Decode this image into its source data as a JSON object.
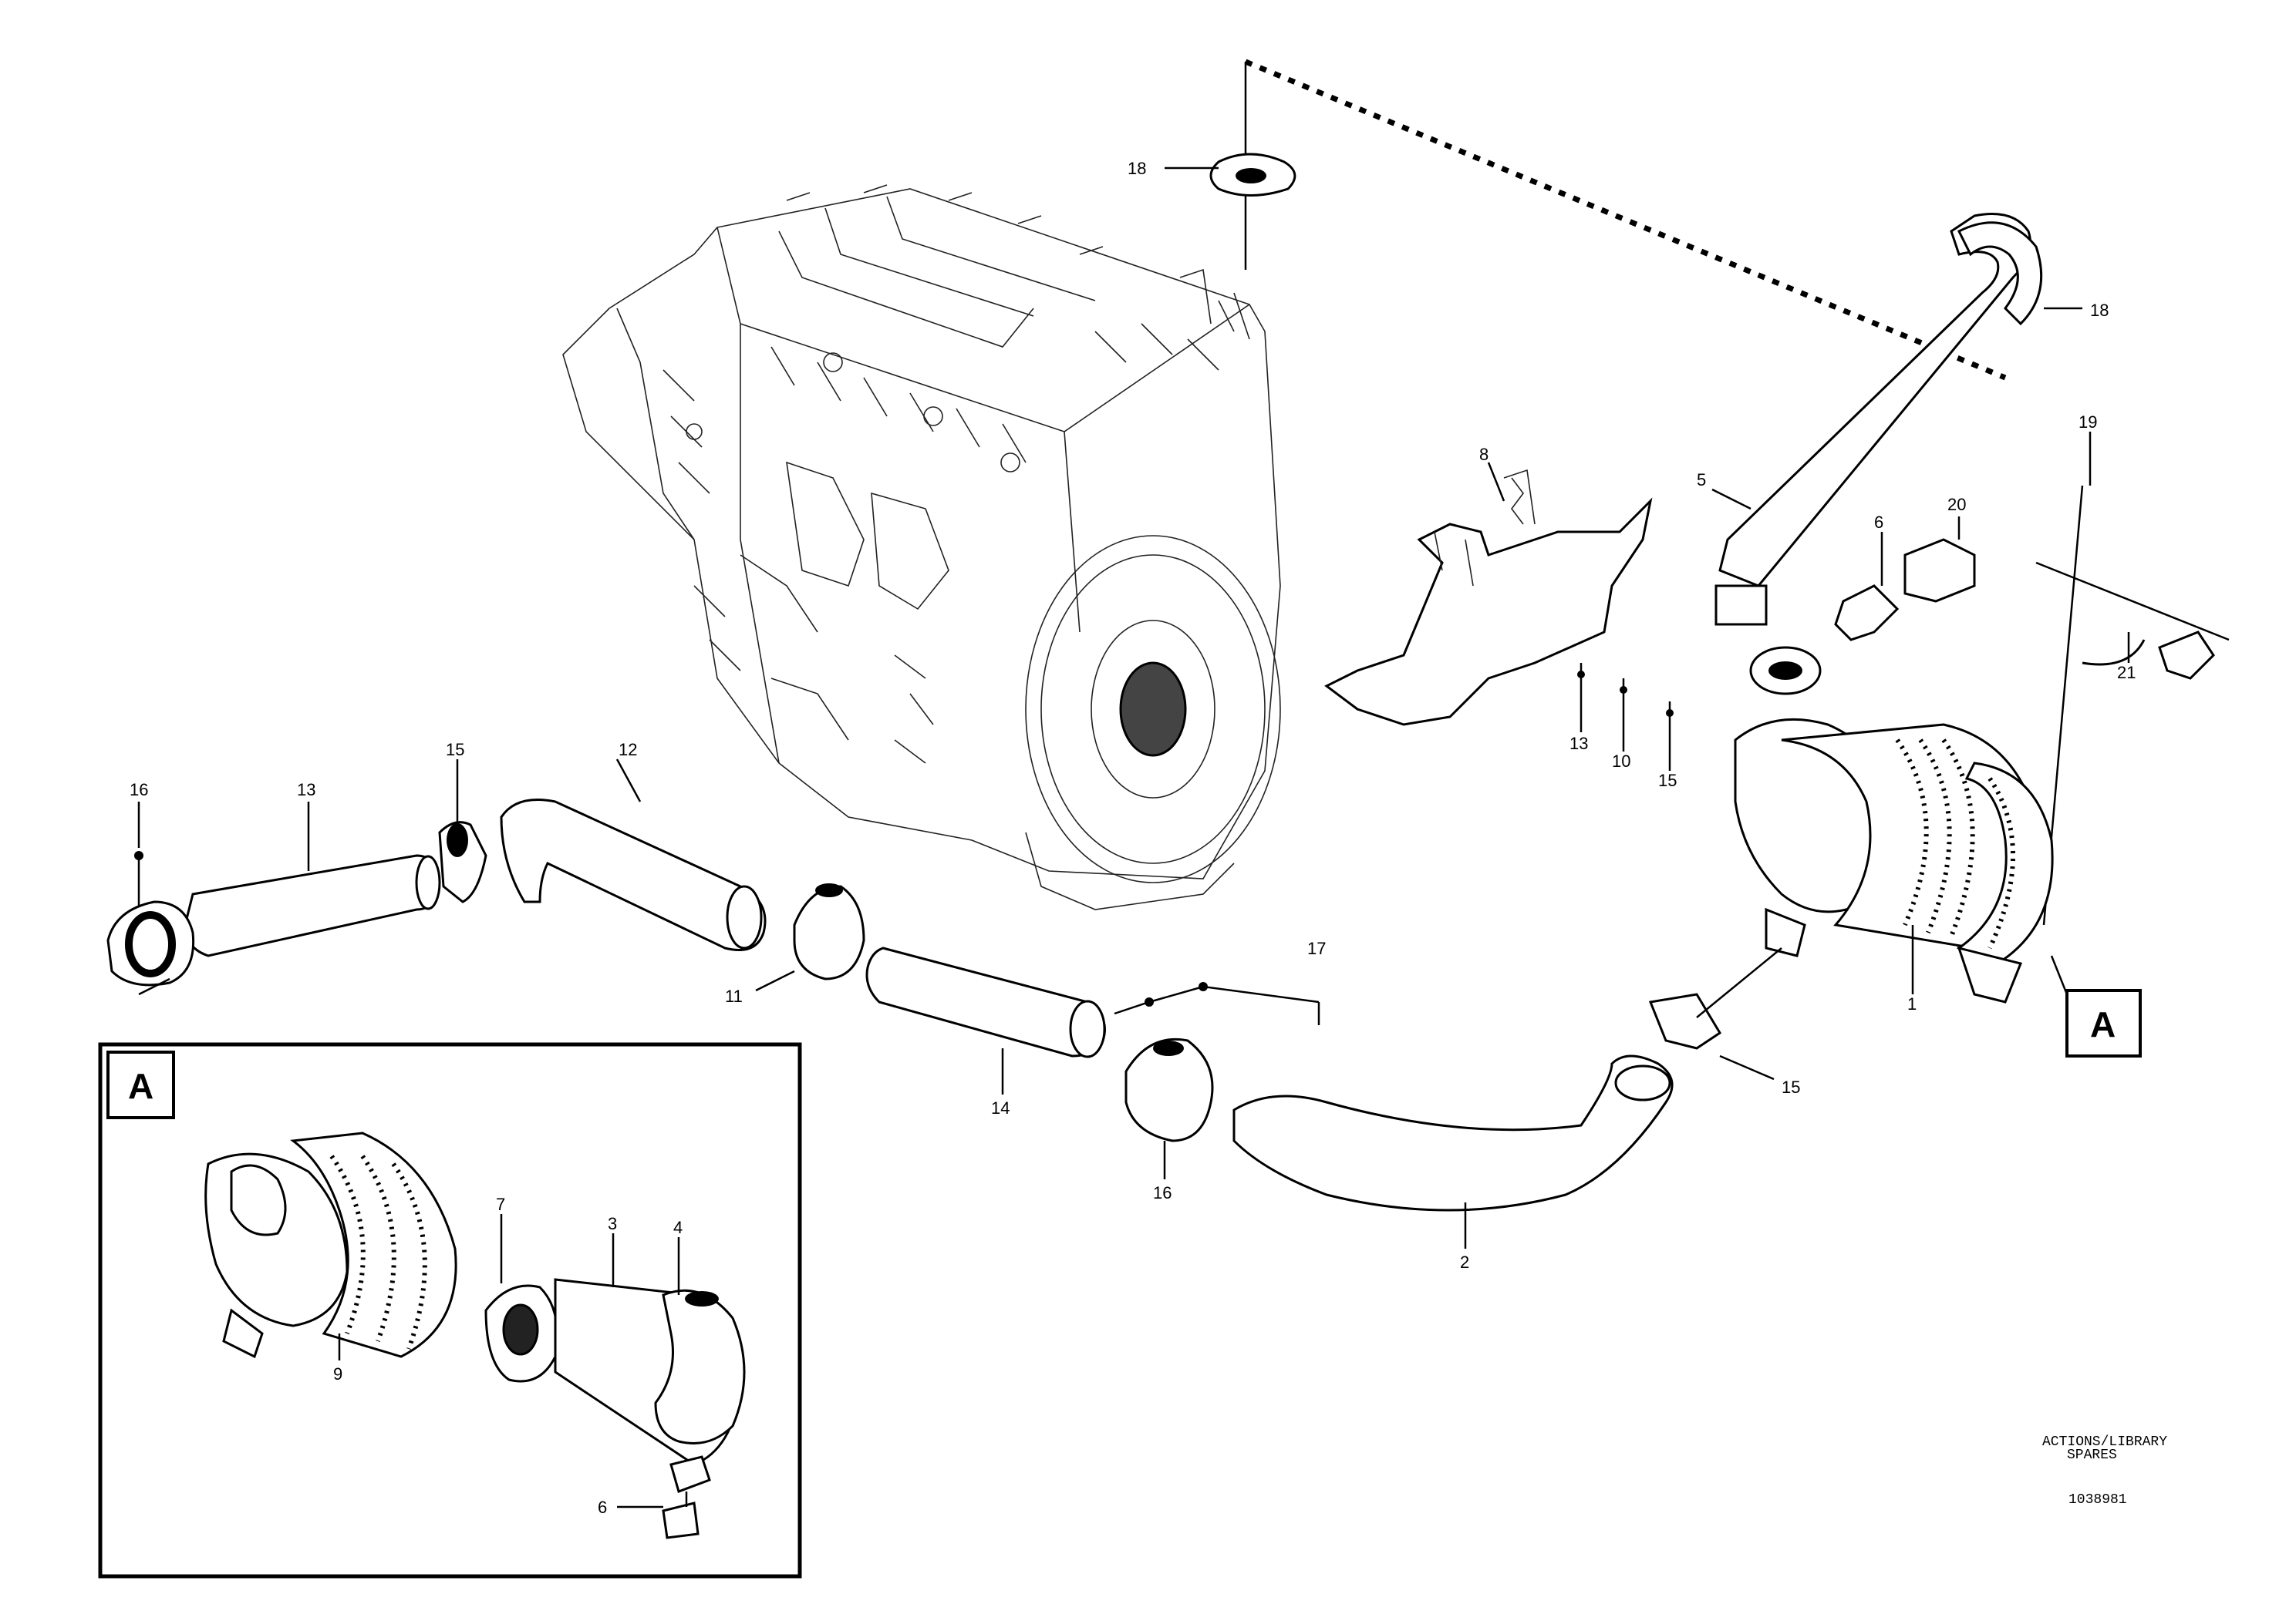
{
  "diagram": {
    "callouts": [
      {
        "id": "c_top_mount",
        "text": "18"
      },
      {
        "id": "c_upper_pipe",
        "text": "18"
      },
      {
        "id": "c_bracket",
        "text": "8"
      },
      {
        "id": "c_pipe_mid",
        "text": "5"
      },
      {
        "id": "c_clip",
        "text": "6"
      },
      {
        "id": "c_clamp20",
        "text": "20"
      },
      {
        "id": "c_rod19",
        "text": "19"
      },
      {
        "id": "c_rod21",
        "text": "21"
      },
      {
        "id": "c_bolt13",
        "text": "13"
      },
      {
        "id": "c_bolt10",
        "text": "10"
      },
      {
        "id": "c_bolt15",
        "text": "15"
      },
      {
        "id": "c_filter1",
        "text": "1"
      },
      {
        "id": "c_clamp_right",
        "text": "15"
      },
      {
        "id": "c_hose2",
        "text": "2"
      },
      {
        "id": "c_clamp16",
        "text": "16"
      },
      {
        "id": "c_hose14",
        "text": "14"
      },
      {
        "id": "c_clamp11",
        "text": "11"
      },
      {
        "id": "c_bolt17",
        "text": "17"
      },
      {
        "id": "c_hose12",
        "text": "12"
      },
      {
        "id": "c_clamp15",
        "text": "15"
      },
      {
        "id": "c_hose13",
        "text": "13"
      },
      {
        "id": "c_bolt16",
        "text": "16"
      },
      {
        "id": "c_inset_9",
        "text": "9"
      },
      {
        "id": "c_inset_7",
        "text": "7"
      },
      {
        "id": "c_inset_3",
        "text": "3"
      },
      {
        "id": "c_inset_4",
        "text": "4"
      },
      {
        "id": "c_inset_6",
        "text": "6"
      }
    ],
    "detail_letter": "A",
    "inset_letter": "A",
    "reference": {
      "line1": "ACTIONS/LIBRARY",
      "line2": "SPARES",
      "code": "1038981"
    }
  }
}
